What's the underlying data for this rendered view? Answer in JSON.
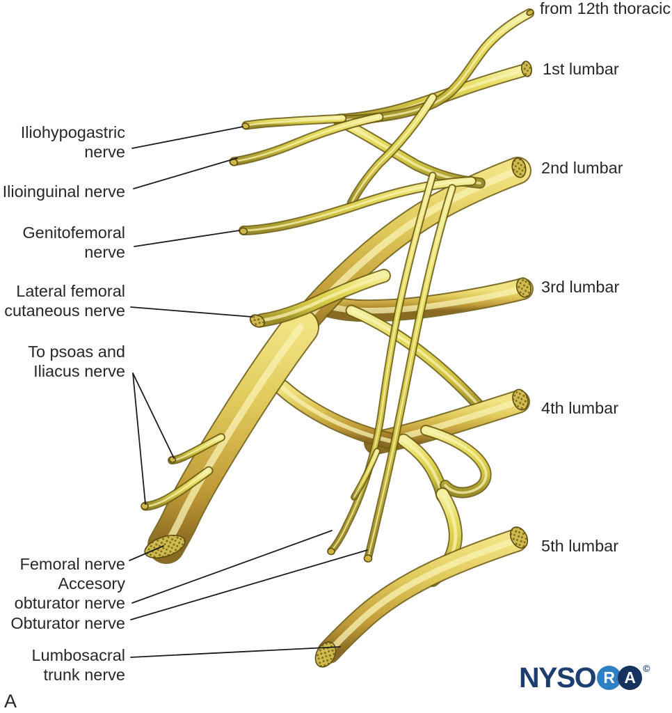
{
  "figure": {
    "panel_letter": "A",
    "background_color": "#ffffff",
    "text_color": "#2a2627"
  },
  "left_labels": [
    {
      "name": "iliohypogastric-nerve",
      "line1": "Iliohypogastric",
      "line2": "nerve"
    },
    {
      "name": "ilioinguinal-nerve",
      "line1": "Ilioinguinal nerve"
    },
    {
      "name": "genitofemoral-nerve",
      "line1": "Genitofemoral",
      "line2": "nerve"
    },
    {
      "name": "lateral-femoral-cutaneous-nerve",
      "line1": "Lateral femoral",
      "line2": "cutaneous nerve"
    },
    {
      "name": "to-psoas-and-iliacus-nerve",
      "line1": "To psoas and",
      "line2": "Iliacus nerve"
    },
    {
      "name": "femoral-nerve",
      "line1": "Femoral nerve"
    },
    {
      "name": "accessory-obturator-nerve",
      "line1": "Accesory",
      "line2": "obturator nerve"
    },
    {
      "name": "obturator-nerve",
      "line1": "Obturator nerve"
    },
    {
      "name": "lumbosacral-trunk-nerve",
      "line1": "Lumbosacral",
      "line2": "trunk nerve"
    }
  ],
  "right_labels": [
    {
      "name": "from-12th-thoracic",
      "text": "from 12th thoracic"
    },
    {
      "name": "1st-lumbar",
      "text": "1st lumbar"
    },
    {
      "name": "2nd-lumbar",
      "text": "2nd lumbar"
    },
    {
      "name": "3rd-lumbar",
      "text": "3rd lumbar"
    },
    {
      "name": "4th-lumbar",
      "text": "4th lumbar"
    },
    {
      "name": "5th-lumbar",
      "text": "5th lumbar"
    }
  ],
  "logo": {
    "prefix": "NYSO",
    "badge1": "R",
    "badge2": "A",
    "copyright": "©",
    "navy_color": "#1d3e70",
    "light_blue_color": "#2e80c2"
  },
  "illustration": {
    "nerve_yellow": "#e6dd5e",
    "nerve_gold": "#e0c95a",
    "nerve_shadow": "#9a8d28",
    "nerve_outline": "#6f5e15",
    "cut_face_color": "#cfbb4e",
    "leader_line_color": "#1b1b1b"
  }
}
